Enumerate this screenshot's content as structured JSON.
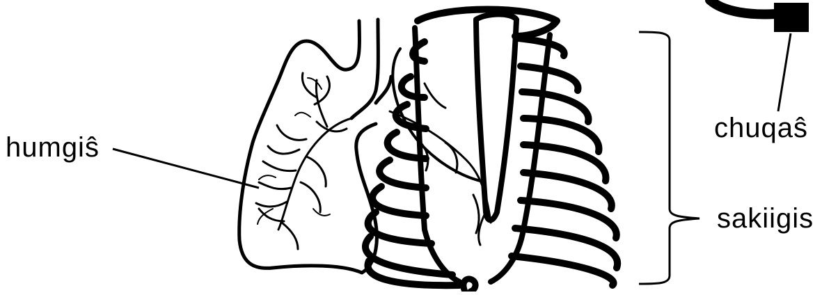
{
  "labels": {
    "lung": "humgiŝ",
    "ribcage": "sakiigis",
    "top_right": "chuqaŝ"
  }
}
